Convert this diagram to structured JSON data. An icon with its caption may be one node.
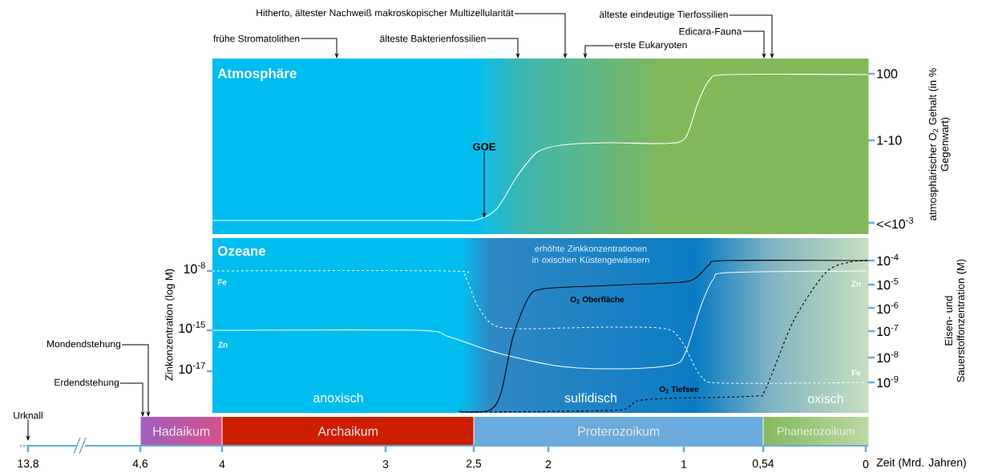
{
  "diagram": {
    "nodes": [
      {
        "text": [
          "Hitherto, ältester Nachweiß makroskopischer Multizellularität"
        ]
      },
      {
        "text": [
          "älteste eindeutige Tierfossilien"
        ]
      },
      {
        "text": [
          "Edicara-Fauna"
        ]
      },
      {
        "text": [
          "frühe Stromatolithen"
        ]
      },
      {
        "text": [
          "älteste Bakterienfossilien"
        ]
      },
      {
        "text": [
          "erste Eukaryoten"
        ]
      },
      {
        "text": [
          "Atmosphäre"
        ]
      },
      {
        "text": [
          "GOE"
        ],
        "in": 6
      },
      {
        "text": [
          "Ozeane",
          "erhöhte Zinkkonzentrationen in oxischen Küstengewässern",
          "Fe",
          "Zn",
          "O$_{2}$ Oberfläche",
          "anoxisch",
          "sulfidisch",
          "O$_{2}$ Tiefsee",
          "oxisch",
          "Zn",
          "Fe"
        ]
      },
      {
        "text": [
          "Mondendstehung"
        ]
      },
      {
        "text": [
          "Erdendstehung"
        ]
      },
      {
        "text": [
          "Urknall"
        ]
      },
      {
        "text": [
          "Hadaikum"
        ]
      },
      {
        "text": [
          "Archaikum"
        ]
      },
      {
        "text": [
          "Proterozoikum"
        ]
      },
      {
        "text": [
          "Phanerozoikum"
        ]
      }
    ],
    "edges": [
      {
        "from": 0,
        "to": 6,
        "arrow": "to"
      },
      {
        "from": 1,
        "to": 6,
        "arrow": "to"
      },
      {
        "from": 2,
        "to": 6,
        "arrow": "to"
      },
      {
        "from": 3,
        "to": 6,
        "arrow": "to"
      },
      {
        "from": 4,
        "to": 6,
        "arrow": "to"
      },
      {
        "from": 5,
        "to": 6,
        "arrow": "to"
      },
      {
        "from": 7,
        "to": null,
        "arrow": "to"
      },
      {
        "from": 9,
        "to": 12,
        "arrow": "to"
      },
      {
        "from": 10,
        "to": 12,
        "arrow": "to"
      },
      {
        "from": 11,
        "to": null,
        "arrow": "to"
      }
    ],
    "labels": [
      "100",
      "1-10",
      "<<10$^{-3}$",
      "atmosphärischer O$_{2}$ Gehalt (in % Gegenwart)",
      "10$^{-8}$",
      "10$^{-15}$",
      "10$^{-17}$",
      "Zinkonzentration (log M)",
      "10$^{-4}$",
      "10$^{-5}$",
      "10$^{-6}$",
      "10$^{-7}$",
      "10$^{-8}$",
      "10$^{-9}$",
      "Eisen- und Sauerstoffonzentration (M)",
      "13,8",
      "4,6",
      "4",
      "3",
      "2,5",
      "2",
      "1",
      "0,54",
      "0",
      "Zeit (Mrd. Jahren)"
    ]
  }
}
